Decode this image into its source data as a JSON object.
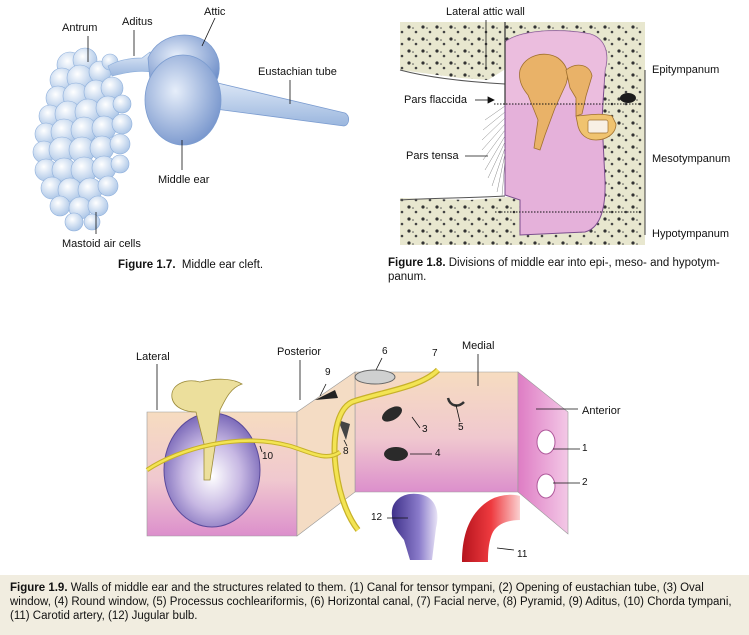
{
  "fig17": {
    "labels": {
      "antrum": "Antrum",
      "aditus": "Aditus",
      "attic": "Attic",
      "eustachian": "Eustachian tube",
      "middle_ear": "Middle ear",
      "mastoid": "Mastoid air cells"
    },
    "caption_label": "Figure 1.7.",
    "caption_text": "Middle ear cleft."
  },
  "fig18": {
    "labels": {
      "lateral_attic_wall": "Lateral attic wall",
      "epitympanum": "Epitympanum",
      "pars_flaccida": "Pars flaccida",
      "pars_tensa": "Pars tensa",
      "mesotympanum": "Mesotympanum",
      "hypotympanum": "Hypotympanum"
    },
    "caption_label": "Figure 1.8.",
    "caption_line1": "Divisions of middle ear into epi-, meso- and hypotym-",
    "caption_line2": "panum."
  },
  "fig19": {
    "labels": {
      "lateral": "Lateral",
      "posterior": "Posterior",
      "medial": "Medial",
      "anterior": "Anterior"
    },
    "numbers": [
      "1",
      "2",
      "3",
      "4",
      "5",
      "6",
      "7",
      "8",
      "9",
      "10",
      "11",
      "12"
    ],
    "caption_label": "Figure 1.9.",
    "caption_line1": "Walls of middle ear and the structures related to them. (1) Canal for tensor tympani, (2) Opening of eustachian tube, (3) Oval",
    "caption_line2": "window, (4) Round window, (5) Processus cochleariformis, (6) Horizontal canal, (7) Facial nerve, (8) Pyramid, (9) Aditus, (10) Chorda tympani,",
    "caption_line3": "(11) Carotid artery, (12) Jugular bulb."
  },
  "colors": {
    "bone_blue": "#a9c4e6",
    "pink": "#e7b6da",
    "peach": "#f3d7b0",
    "ossicle": "#e6b86a",
    "nerve_yellow": "#f2e24a",
    "carotid_red": "#d8262b",
    "jugular_purple": "#5a4aa0",
    "caption_bg": "#f1ede0"
  }
}
